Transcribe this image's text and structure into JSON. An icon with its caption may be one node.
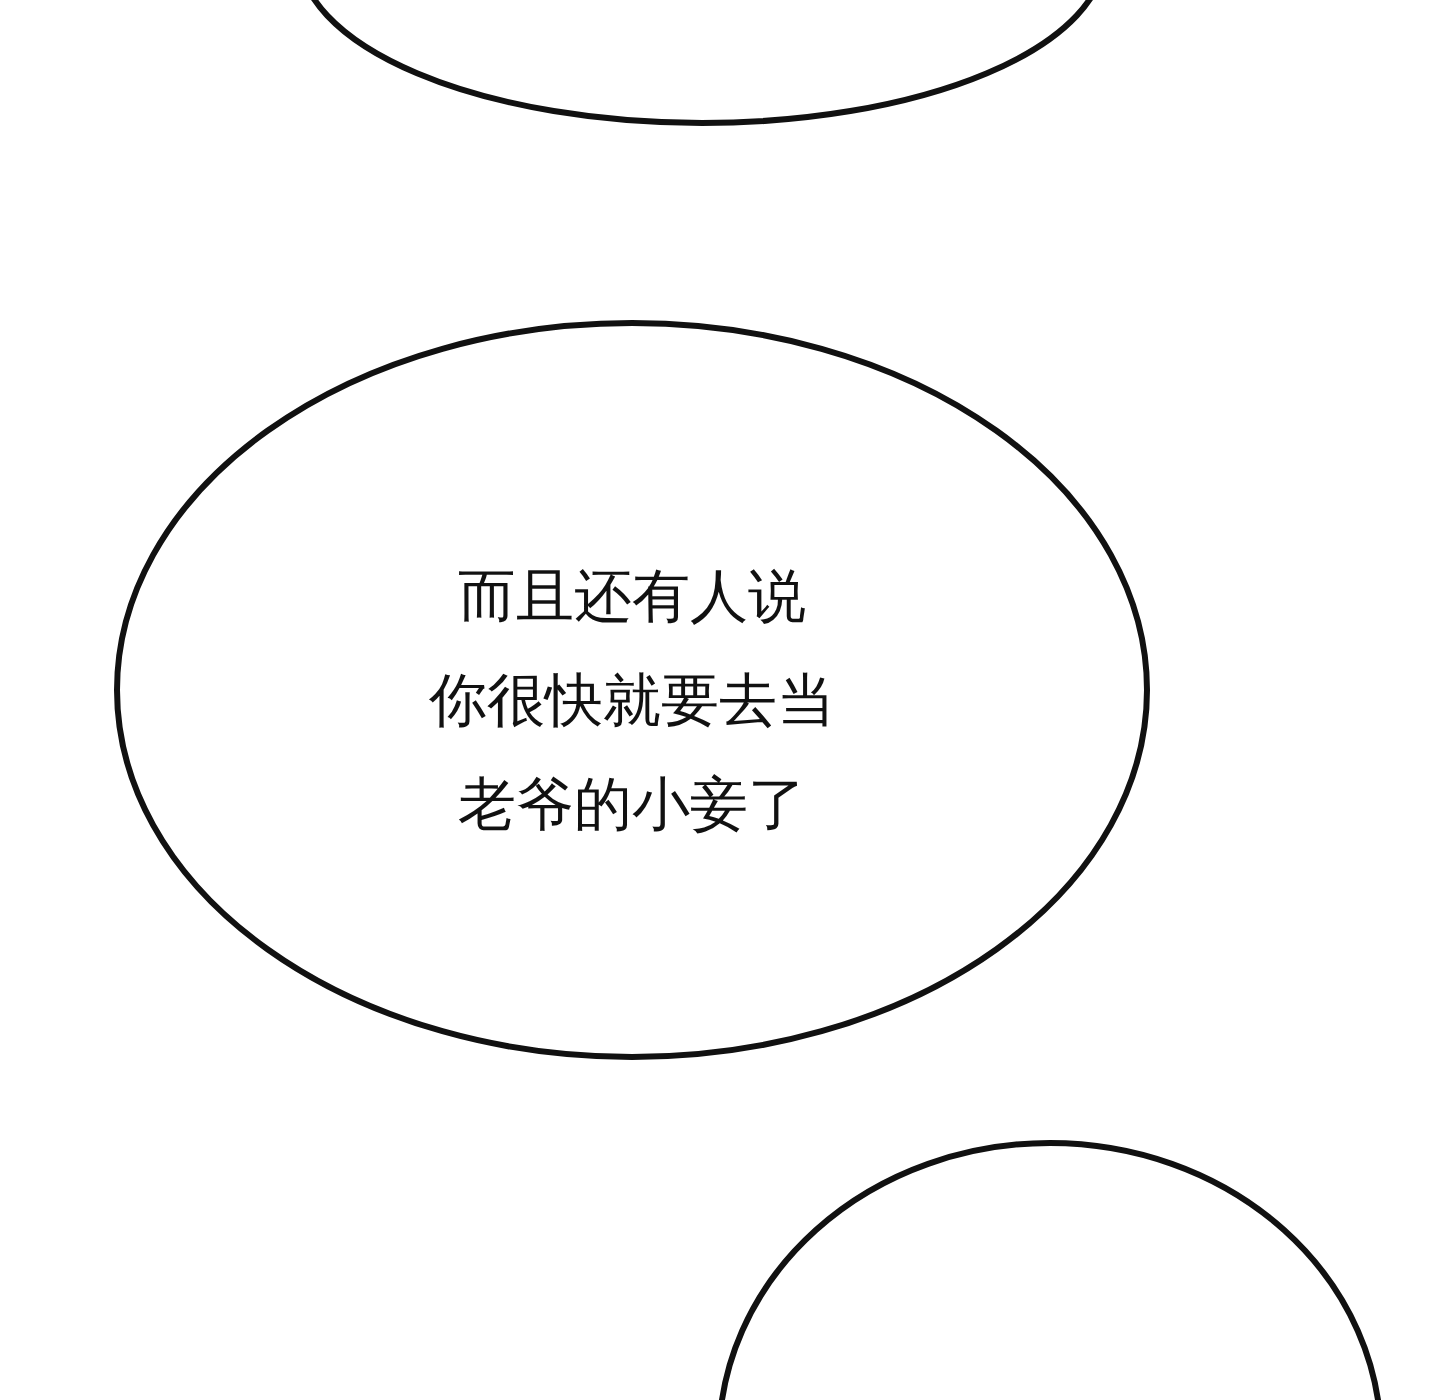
{
  "diagram": {
    "nodes": [
      {
        "text": [],
        "shape": "ellipse"
      },
      {
        "text": [
          "而且还有人说你很快就要去当老爷的小妾了"
        ]
      },
      {
        "text": [],
        "shape": "ellipse"
      }
    ]
  }
}
